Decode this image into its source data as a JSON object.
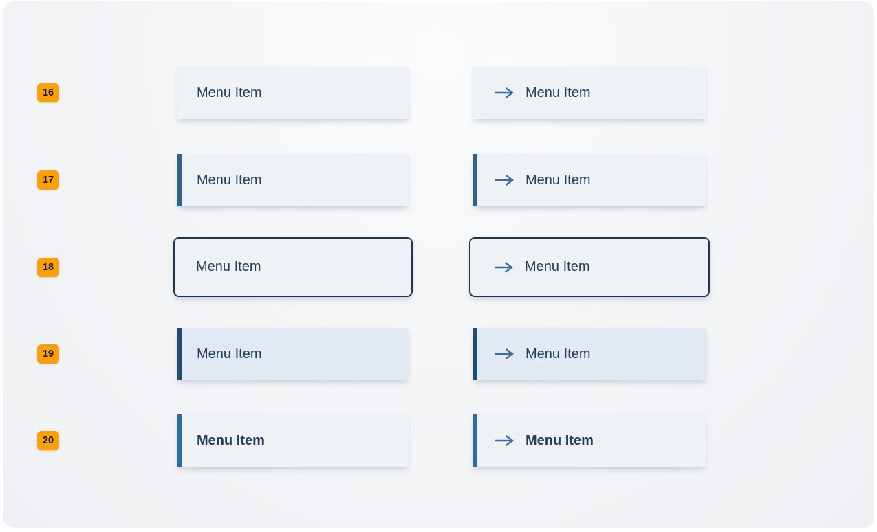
{
  "rows": [
    {
      "badge": "16",
      "state": "default",
      "left": {
        "label": "Menu Item"
      },
      "right": {
        "label": "Menu Item",
        "icon": "arrow-right"
      }
    },
    {
      "badge": "17",
      "state": "accent-border",
      "left": {
        "label": "Menu Item"
      },
      "right": {
        "label": "Menu Item",
        "icon": "arrow-right"
      }
    },
    {
      "badge": "18",
      "state": "focused",
      "left": {
        "label": "Menu Item"
      },
      "right": {
        "label": "Menu Item",
        "icon": "arrow-right"
      }
    },
    {
      "badge": "19",
      "state": "hover",
      "left": {
        "label": "Menu Item"
      },
      "right": {
        "label": "Menu Item",
        "icon": "arrow-right"
      }
    },
    {
      "badge": "20",
      "state": "active-bold",
      "left": {
        "label": "Menu Item"
      },
      "right": {
        "label": "Menu Item",
        "icon": "arrow-right"
      }
    }
  ],
  "icons": {
    "arrow_right": "arrow-right"
  },
  "colors": {
    "badge_bg": "#F9A10D",
    "badge_text": "#18181A",
    "item_bg": "#EEF2F6",
    "item_bg_hover": "#E1E9F2",
    "item_text": "#24405C",
    "arrow": "#3A6B9C",
    "border_accent": "#2D6488",
    "border_hover": "#1F4E74",
    "border_active": "#2E6DA4",
    "focus_outline": "#1D3850",
    "canvas_bg": "#F5F6F8"
  }
}
